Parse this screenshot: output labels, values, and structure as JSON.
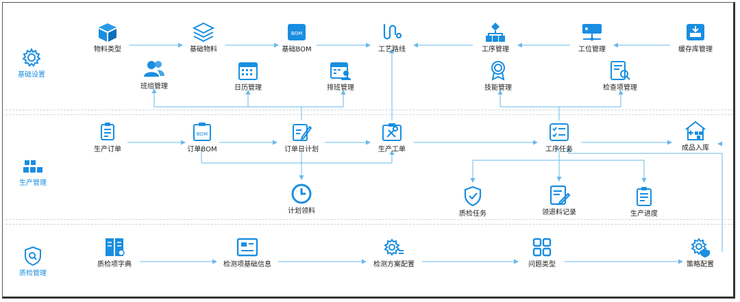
{
  "colors": {
    "icon": "#1a8ee0",
    "line": "#6ab8ec",
    "section_text": "#1a8ee0"
  },
  "sections": [
    {
      "id": "basic",
      "label": "基础设置",
      "icon": "gear-icon"
    },
    {
      "id": "production",
      "label": "生产管理",
      "icon": "blocks-icon"
    },
    {
      "id": "quality",
      "label": "质检管理",
      "icon": "shield-search-icon"
    }
  ],
  "nodes": {
    "material_type": "物料类型",
    "basic_material": "基础物料",
    "basic_bom": "基础BOM",
    "process_route": "工艺路线",
    "process_mgmt": "工序管理",
    "station_mgmt": "工位管理",
    "buffer_mgmt": "缓存库管理",
    "team_mgmt": "班组管理",
    "calendar_mgmt": "日历管理",
    "shift_mgmt": "排班管理",
    "skill_mgmt": "技能管理",
    "inspect_item_mgmt": "检查项管理",
    "prod_order": "生产订单",
    "order_bom": "订单BOM",
    "order_daily_plan": "订单日计划",
    "prod_work_order": "生产工单",
    "process_task": "工序任务",
    "finished_inbound": "成品入库",
    "plan_picking": "计划领料",
    "qc_task": "质检任务",
    "pick_return_record": "领退料记录",
    "prod_progress": "生产进度",
    "qc_item_dict": "质检项字典",
    "inspect_item_info": "检测项基础信息",
    "inspect_plan_config": "检测方案配置",
    "problem_type": "问题类型",
    "strategy_config": "策略配置"
  }
}
